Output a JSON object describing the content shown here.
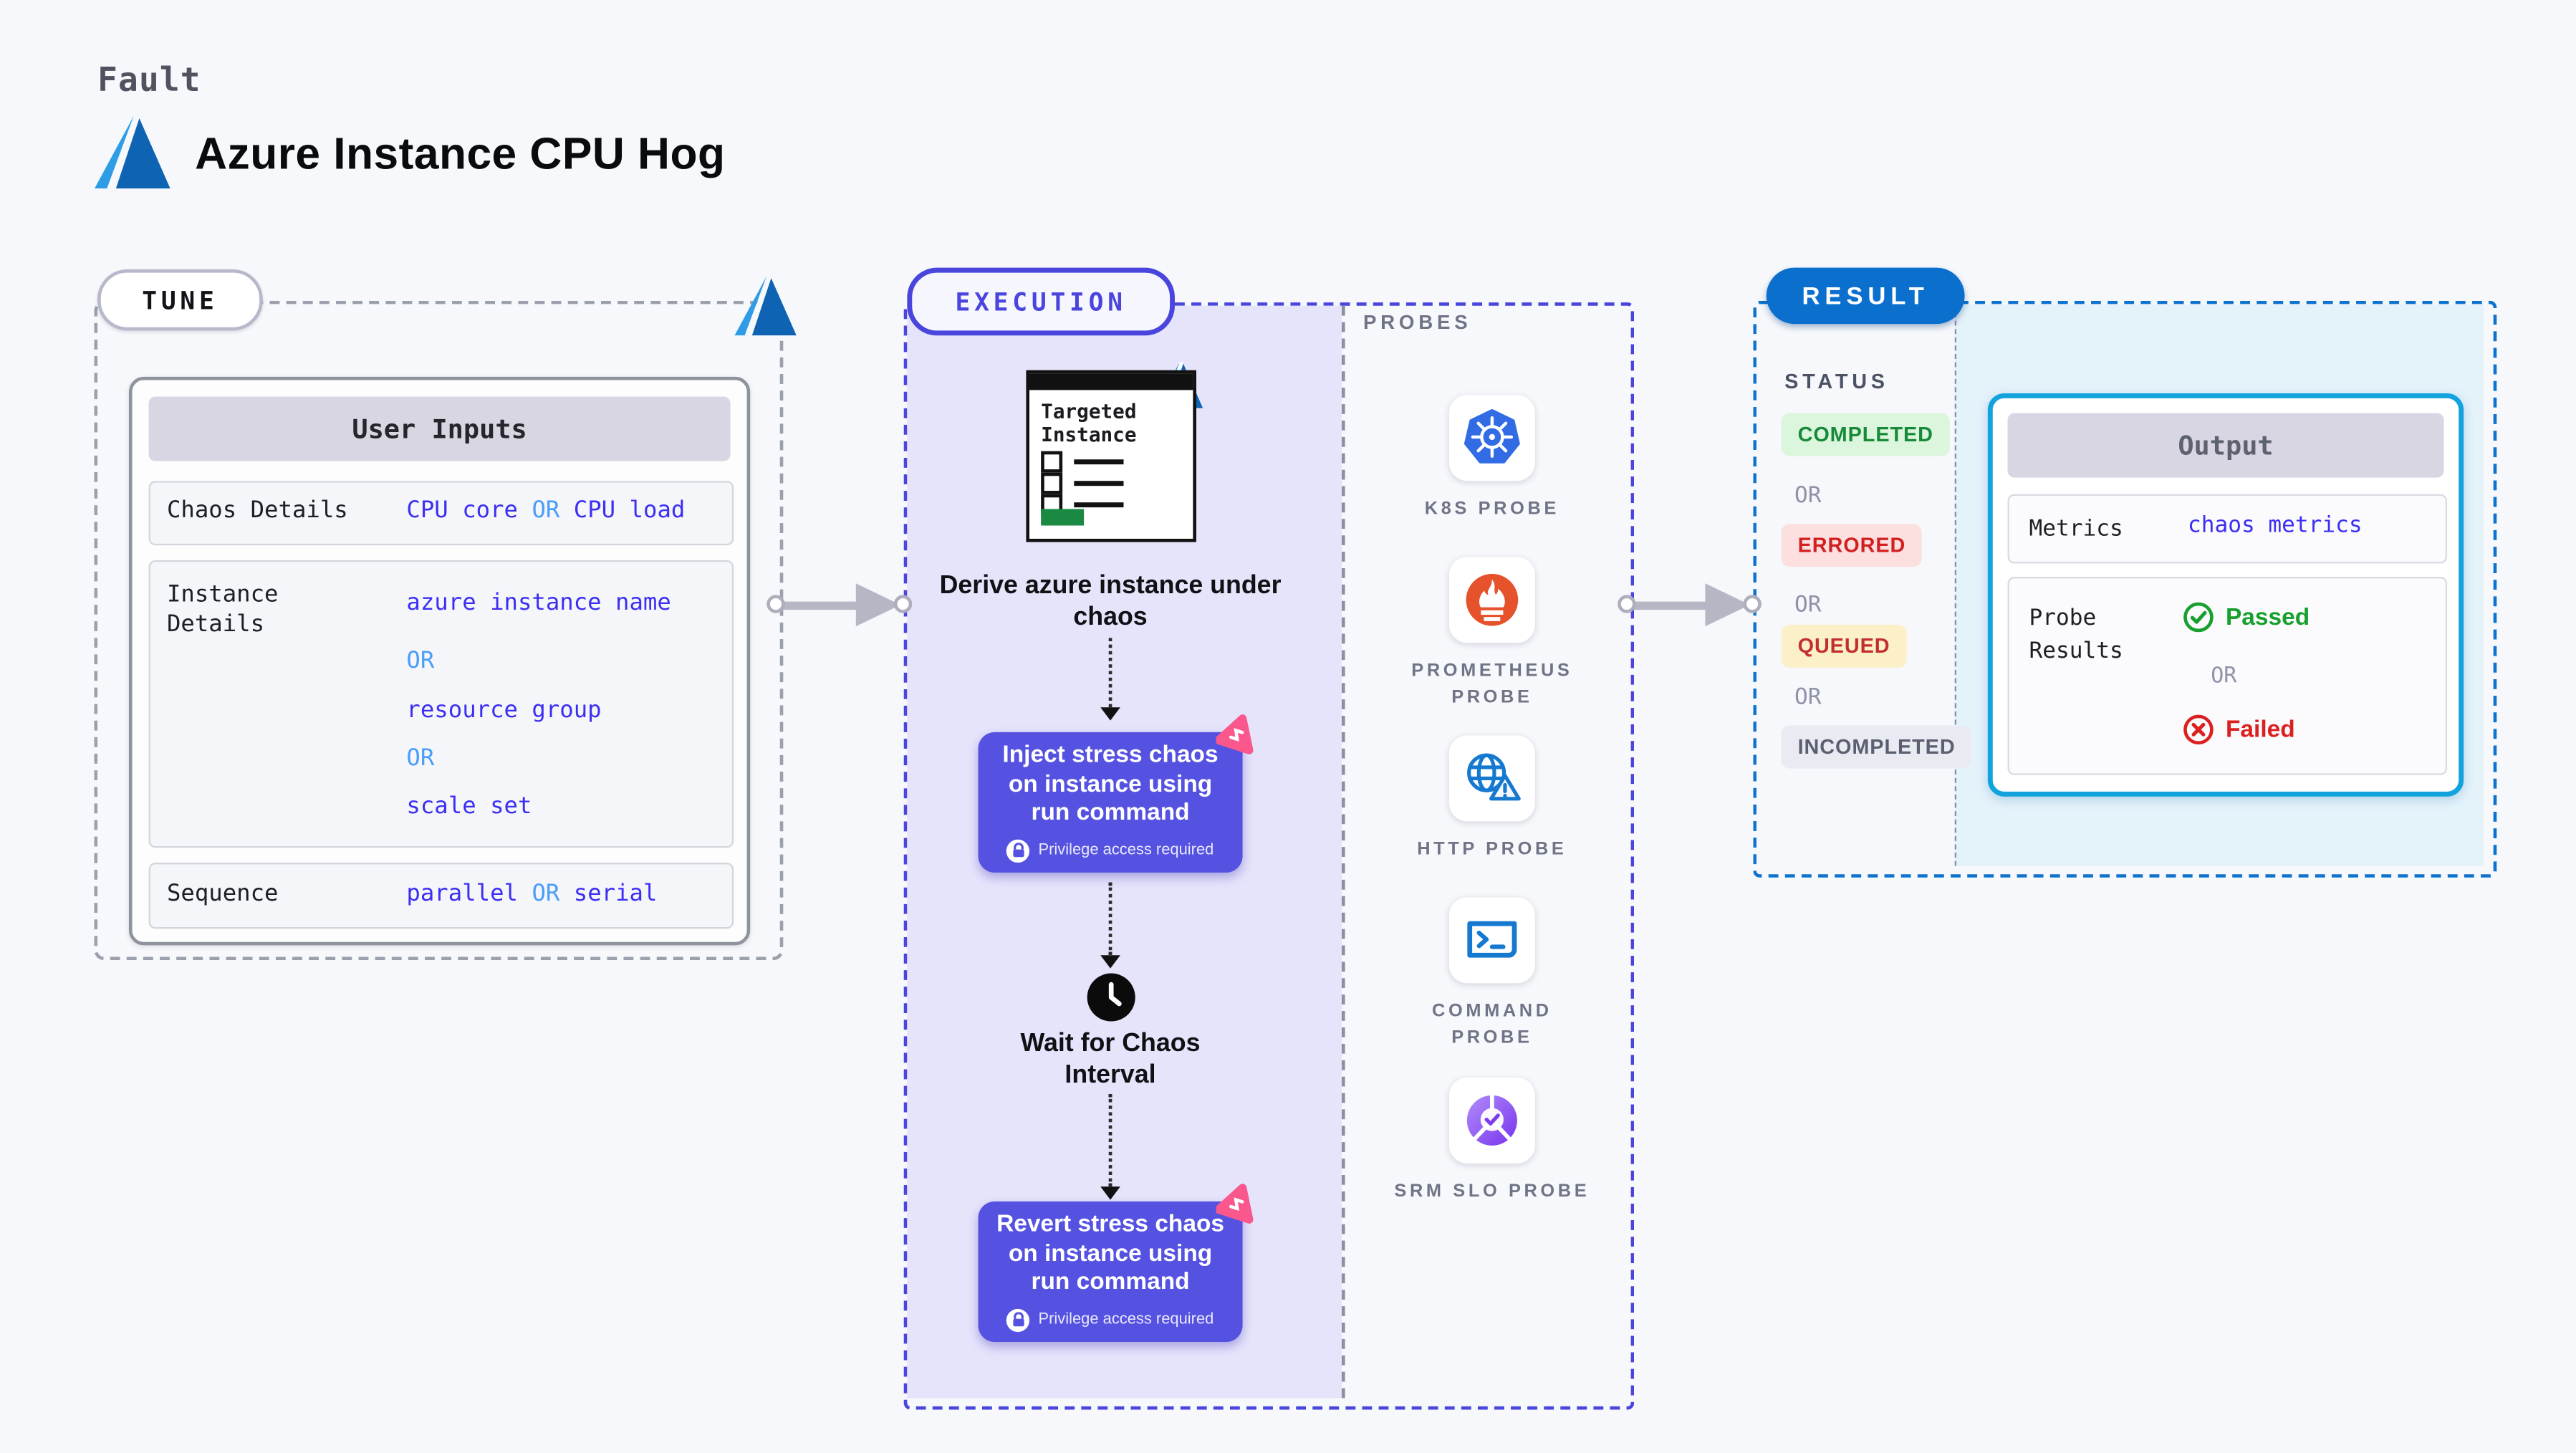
{
  "header": {
    "kicker": "Fault",
    "title": "Azure Instance CPU Hog"
  },
  "tune": {
    "badge": "TUNE",
    "table": {
      "title": "User Inputs",
      "chaos": {
        "label": "Chaos Details",
        "v1": "CPU core",
        "or": "OR",
        "v2": "CPU load"
      },
      "instance": {
        "label": "Instance Details",
        "v1": "azure instance name",
        "or1": "OR",
        "v2": "resource group",
        "or2": "OR",
        "v3": "scale set"
      },
      "sequence": {
        "label": "Sequence",
        "v1": "parallel",
        "or": "OR",
        "v2": "serial"
      }
    }
  },
  "execution": {
    "badge": "EXECUTION",
    "window_title": "Targeted Instance",
    "derive_caption": "Derive azure instance under chaos",
    "inject_label": "Inject stress chaos on instance using run command",
    "wait_label": "Wait for Chaos Interval",
    "revert_label": "Revert stress chaos on instance using run command",
    "privilege_note": "Privilege access required"
  },
  "probes": {
    "label": "PROBES",
    "items": [
      {
        "name": "K8S PROBE",
        "icon": "kubernetes-icon"
      },
      {
        "name": "PROMETHEUS PROBE",
        "icon": "prometheus-icon"
      },
      {
        "name": "HTTP PROBE",
        "icon": "http-globe-warning-icon"
      },
      {
        "name": "COMMAND PROBE",
        "icon": "terminal-icon"
      },
      {
        "name": "SRM SLO PROBE",
        "icon": "srm-slo-pie-check-icon"
      }
    ]
  },
  "result": {
    "badge": "RESULT",
    "status_label": "STATUS",
    "or": "OR",
    "statuses": [
      {
        "label": "COMPLETED"
      },
      {
        "label": "ERRORED"
      },
      {
        "label": "QUEUED"
      },
      {
        "label": "INCOMPLETED"
      }
    ],
    "output": {
      "title": "Output",
      "metrics_label": "Metrics",
      "metrics_value": "chaos metrics",
      "probe_label": "Probe Results",
      "passed": "Passed",
      "or": "OR",
      "failed": "Failed"
    }
  },
  "colors": {
    "accent_indigo": "#4a45dd",
    "button_purple": "#5552e2",
    "result_blue": "#0b6fce",
    "output_cyan": "#12a3df",
    "value_blue": "#3c2ff2",
    "or_blue": "#4a9df8",
    "completed_green": "#168a38",
    "errored_red": "#d31f1f",
    "queued_red_on_yellow": "#c22f2f",
    "incompleted_gray": "#5a6070",
    "passed_green": "#17a02e",
    "failed_red": "#dc2020",
    "pink_chaos": "#fa578d",
    "azure_blue": "#0e63b2"
  }
}
